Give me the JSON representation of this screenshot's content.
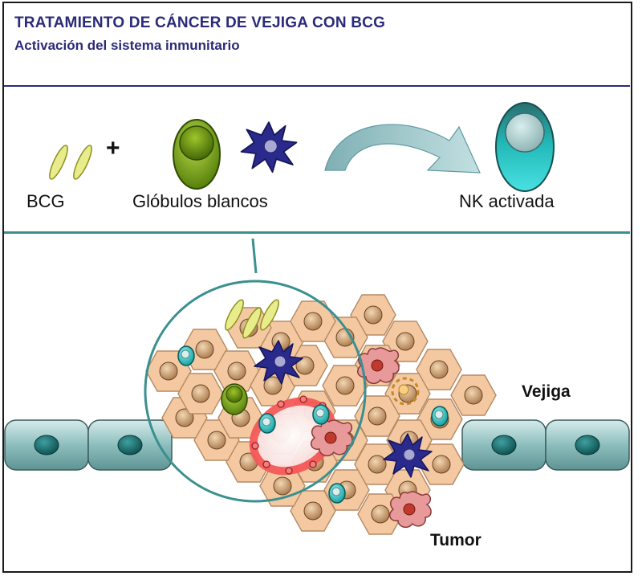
{
  "header": {
    "title": "TRATAMIENTO DE CÁNCER DE VEJIGA CON BCG",
    "subtitle": "Activación del sistema inmunitario"
  },
  "legend": {
    "bcg_label": "BCG",
    "plus_sign": "+",
    "white_cells_label": "Glóbulos blancos",
    "nk_label": "NK activada"
  },
  "scene": {
    "bladder_label": "Vejiga",
    "tumor_label": "Tumor"
  },
  "colors": {
    "title_text": "#2b2a7a",
    "divider_blue": "#2b2a7a",
    "divider_teal": "#3a8f8f",
    "bcg_fill": "#e8ec8a",
    "leukocyte_green": "#6f9a10",
    "dendritic_blue": "#2a2a8c",
    "nk_teal": "#1fb3b3",
    "tumor_cell": "#f4c9a2",
    "bladder_cell": "#7fb3b3",
    "vessel_red": "#f05050",
    "macrophage_pink": "#e89a9a"
  },
  "icons": [
    "bcg-bacillus-icon",
    "leukocyte-icon",
    "dendritic-cell-icon",
    "curved-arrow-icon",
    "nk-cell-icon"
  ]
}
